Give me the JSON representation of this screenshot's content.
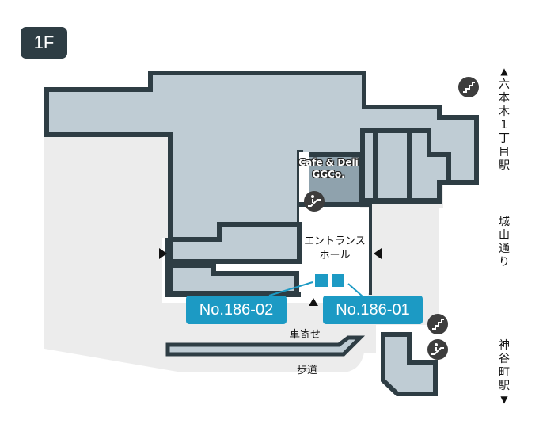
{
  "floor": {
    "label": "1F"
  },
  "colors": {
    "wall": "#2e3d44",
    "tenant_fill": "#bfccd4",
    "cafe_fill": "#8fa2ad",
    "outdoor_fill": "#ececec",
    "accent": "#1c9ac4",
    "icon_bg": "#3d3d3d"
  },
  "directions": {
    "north_station": {
      "arrow": "▲",
      "label": [
        "六",
        "本",
        "木",
        "1",
        "丁",
        "目",
        "駅"
      ]
    },
    "street": {
      "label": [
        "城",
        "山",
        "通",
        "り"
      ]
    },
    "south_station": {
      "arrow": "▼",
      "label": [
        "神",
        "谷",
        "町",
        "駅"
      ]
    }
  },
  "areas": {
    "cafe": {
      "line1": "Cafe & Deli",
      "line2": "GGCo."
    },
    "entrance_hall": {
      "line1": "エントランス",
      "line2": "ホール"
    },
    "drop_off": "車寄せ",
    "sidewalk": "歩道"
  },
  "units": [
    {
      "id": "No.186-02"
    },
    {
      "id": "No.186-01"
    }
  ],
  "icons": [
    {
      "name": "stairs-icon",
      "pos": "top-right"
    },
    {
      "name": "escalator-icon",
      "pos": "cafe"
    },
    {
      "name": "stairs-icon",
      "pos": "bottom-right"
    },
    {
      "name": "escalator-icon",
      "pos": "bottom-right"
    }
  ],
  "entrance_markers": [
    "▶",
    "◀",
    "▲"
  ]
}
